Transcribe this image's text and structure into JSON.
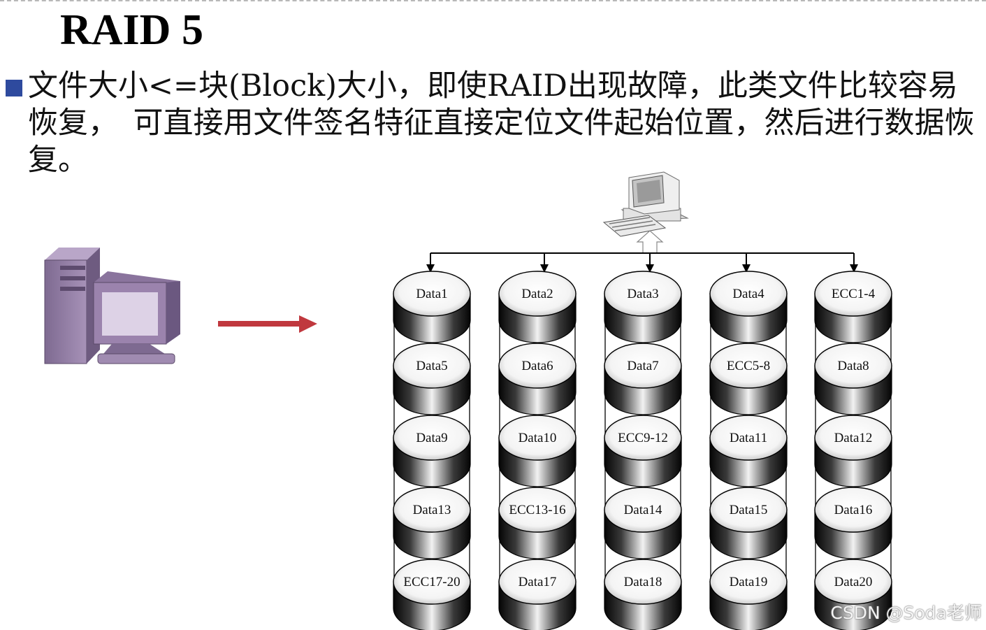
{
  "slide": {
    "title": "RAID 5",
    "bullet": "文件大小<=块(Block)大小，即使RAID出现故障，此类文件比较容易恢复，　可直接用文件签名特征直接定位文件起始位置，然后进行数据恢复。",
    "watermark": "CSDN @Soda老师"
  },
  "raid_diagram": {
    "disks": [
      [
        "Data1",
        "Data5",
        "Data9",
        "Data13",
        "ECC17-20"
      ],
      [
        "Data2",
        "Data6",
        "Data10",
        "ECC13-16",
        "Data17"
      ],
      [
        "Data3",
        "Data7",
        "ECC9-12",
        "Data14",
        "Data18"
      ],
      [
        "Data4",
        "ECC5-8",
        "Data11",
        "Data15",
        "Data19"
      ],
      [
        "ECC1-4",
        "Data8",
        "Data12",
        "Data16",
        "Data20"
      ]
    ],
    "colors": {
      "arrow": "#c0383e",
      "cylinder_top": "#ffffff",
      "cylinder_dark": "#1a1a1a",
      "pc_purple": "#9b83ad",
      "bullet": "#2e4a9e"
    },
    "icons": {
      "left": "desktop-computer-icon",
      "top": "workstation-computer-icon"
    }
  }
}
